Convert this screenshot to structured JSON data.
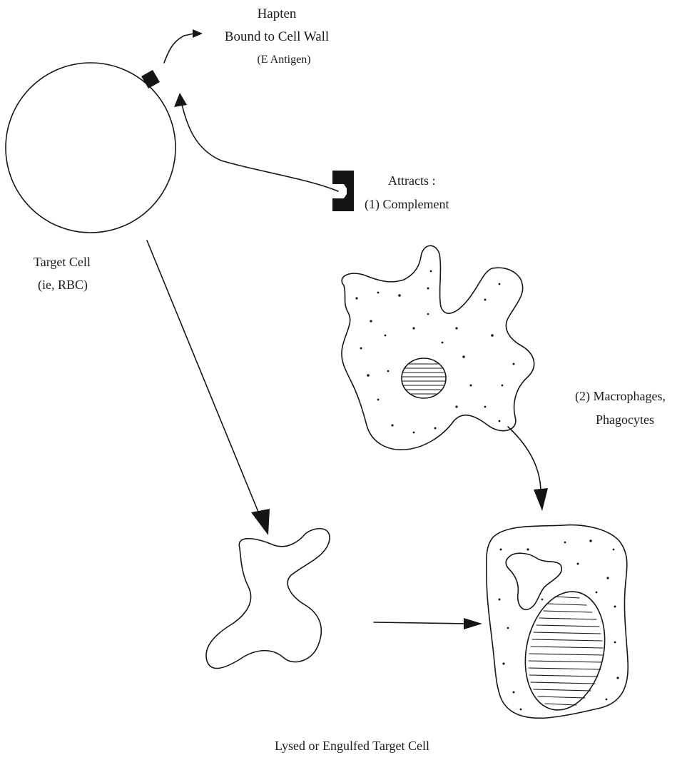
{
  "labels": {
    "hapten_line1": "Hapten",
    "hapten_line2": "Bound to Cell Wall",
    "hapten_line3": "(E Antigen)",
    "attracts_line1": "Attracts :",
    "attracts_line2": "(1)  Complement",
    "target_line1": "Target Cell",
    "target_line2": "(ie,  RBC)",
    "macro_line1": "(2)  Macrophages,",
    "macro_line2": "Phagocytes",
    "bottom_caption": "Lysed or Engulfed Target Cell"
  }
}
